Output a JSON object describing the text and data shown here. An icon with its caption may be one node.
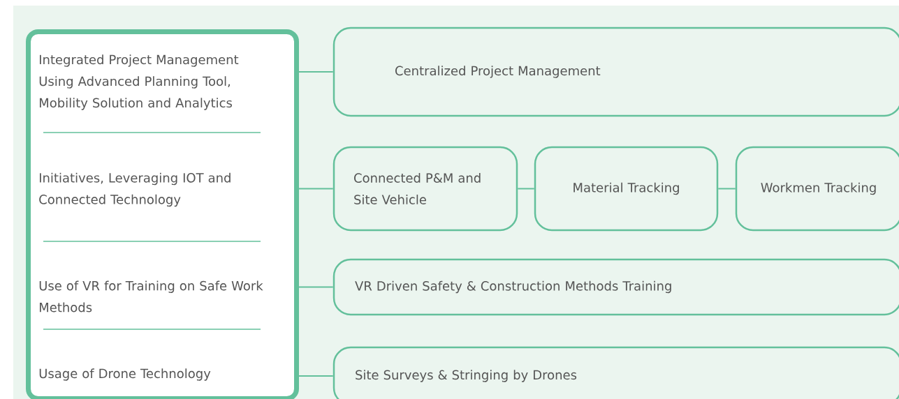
{
  "diagram": {
    "nodes": [
      {
        "text": [],
        "shape": "box"
      },
      {
        "text": [
          "Integrated Project Management Using Advanced Planning Tool, Mobility Solution and Analytics"
        ],
        "in": 0
      },
      {
        "text": [
          "Initiatives, Leveraging IOT and Connected Technology"
        ],
        "in": 0
      },
      {
        "text": [
          "Use of VR for Training on Safe Work Methods"
        ],
        "in": 0
      },
      {
        "text": [
          "Usage of Drone Technology"
        ],
        "in": 0
      },
      {
        "text": [
          "Centralized Project Management"
        ]
      },
      {
        "text": [
          "Connected P&M and Site Vehicle"
        ]
      },
      {
        "text": [
          "Material Tracking"
        ]
      },
      {
        "text": [
          "Workmen Tracking"
        ]
      },
      {
        "text": [
          "VR Driven Safety & Construction Methods Training"
        ]
      },
      {
        "text": [
          "Site Surveys & Stringing by Drones"
        ]
      }
    ],
    "edges": [
      {
        "from": 0,
        "to": 5,
        "arrow": "none"
      },
      {
        "from": 0,
        "to": 6,
        "arrow": "none"
      },
      {
        "from": 6,
        "to": 7,
        "arrow": "none"
      },
      {
        "from": 7,
        "to": 8,
        "arrow": "none"
      },
      {
        "from": 0,
        "to": 9,
        "arrow": "none"
      },
      {
        "from": 0,
        "to": 10,
        "arrow": "none"
      }
    ]
  }
}
